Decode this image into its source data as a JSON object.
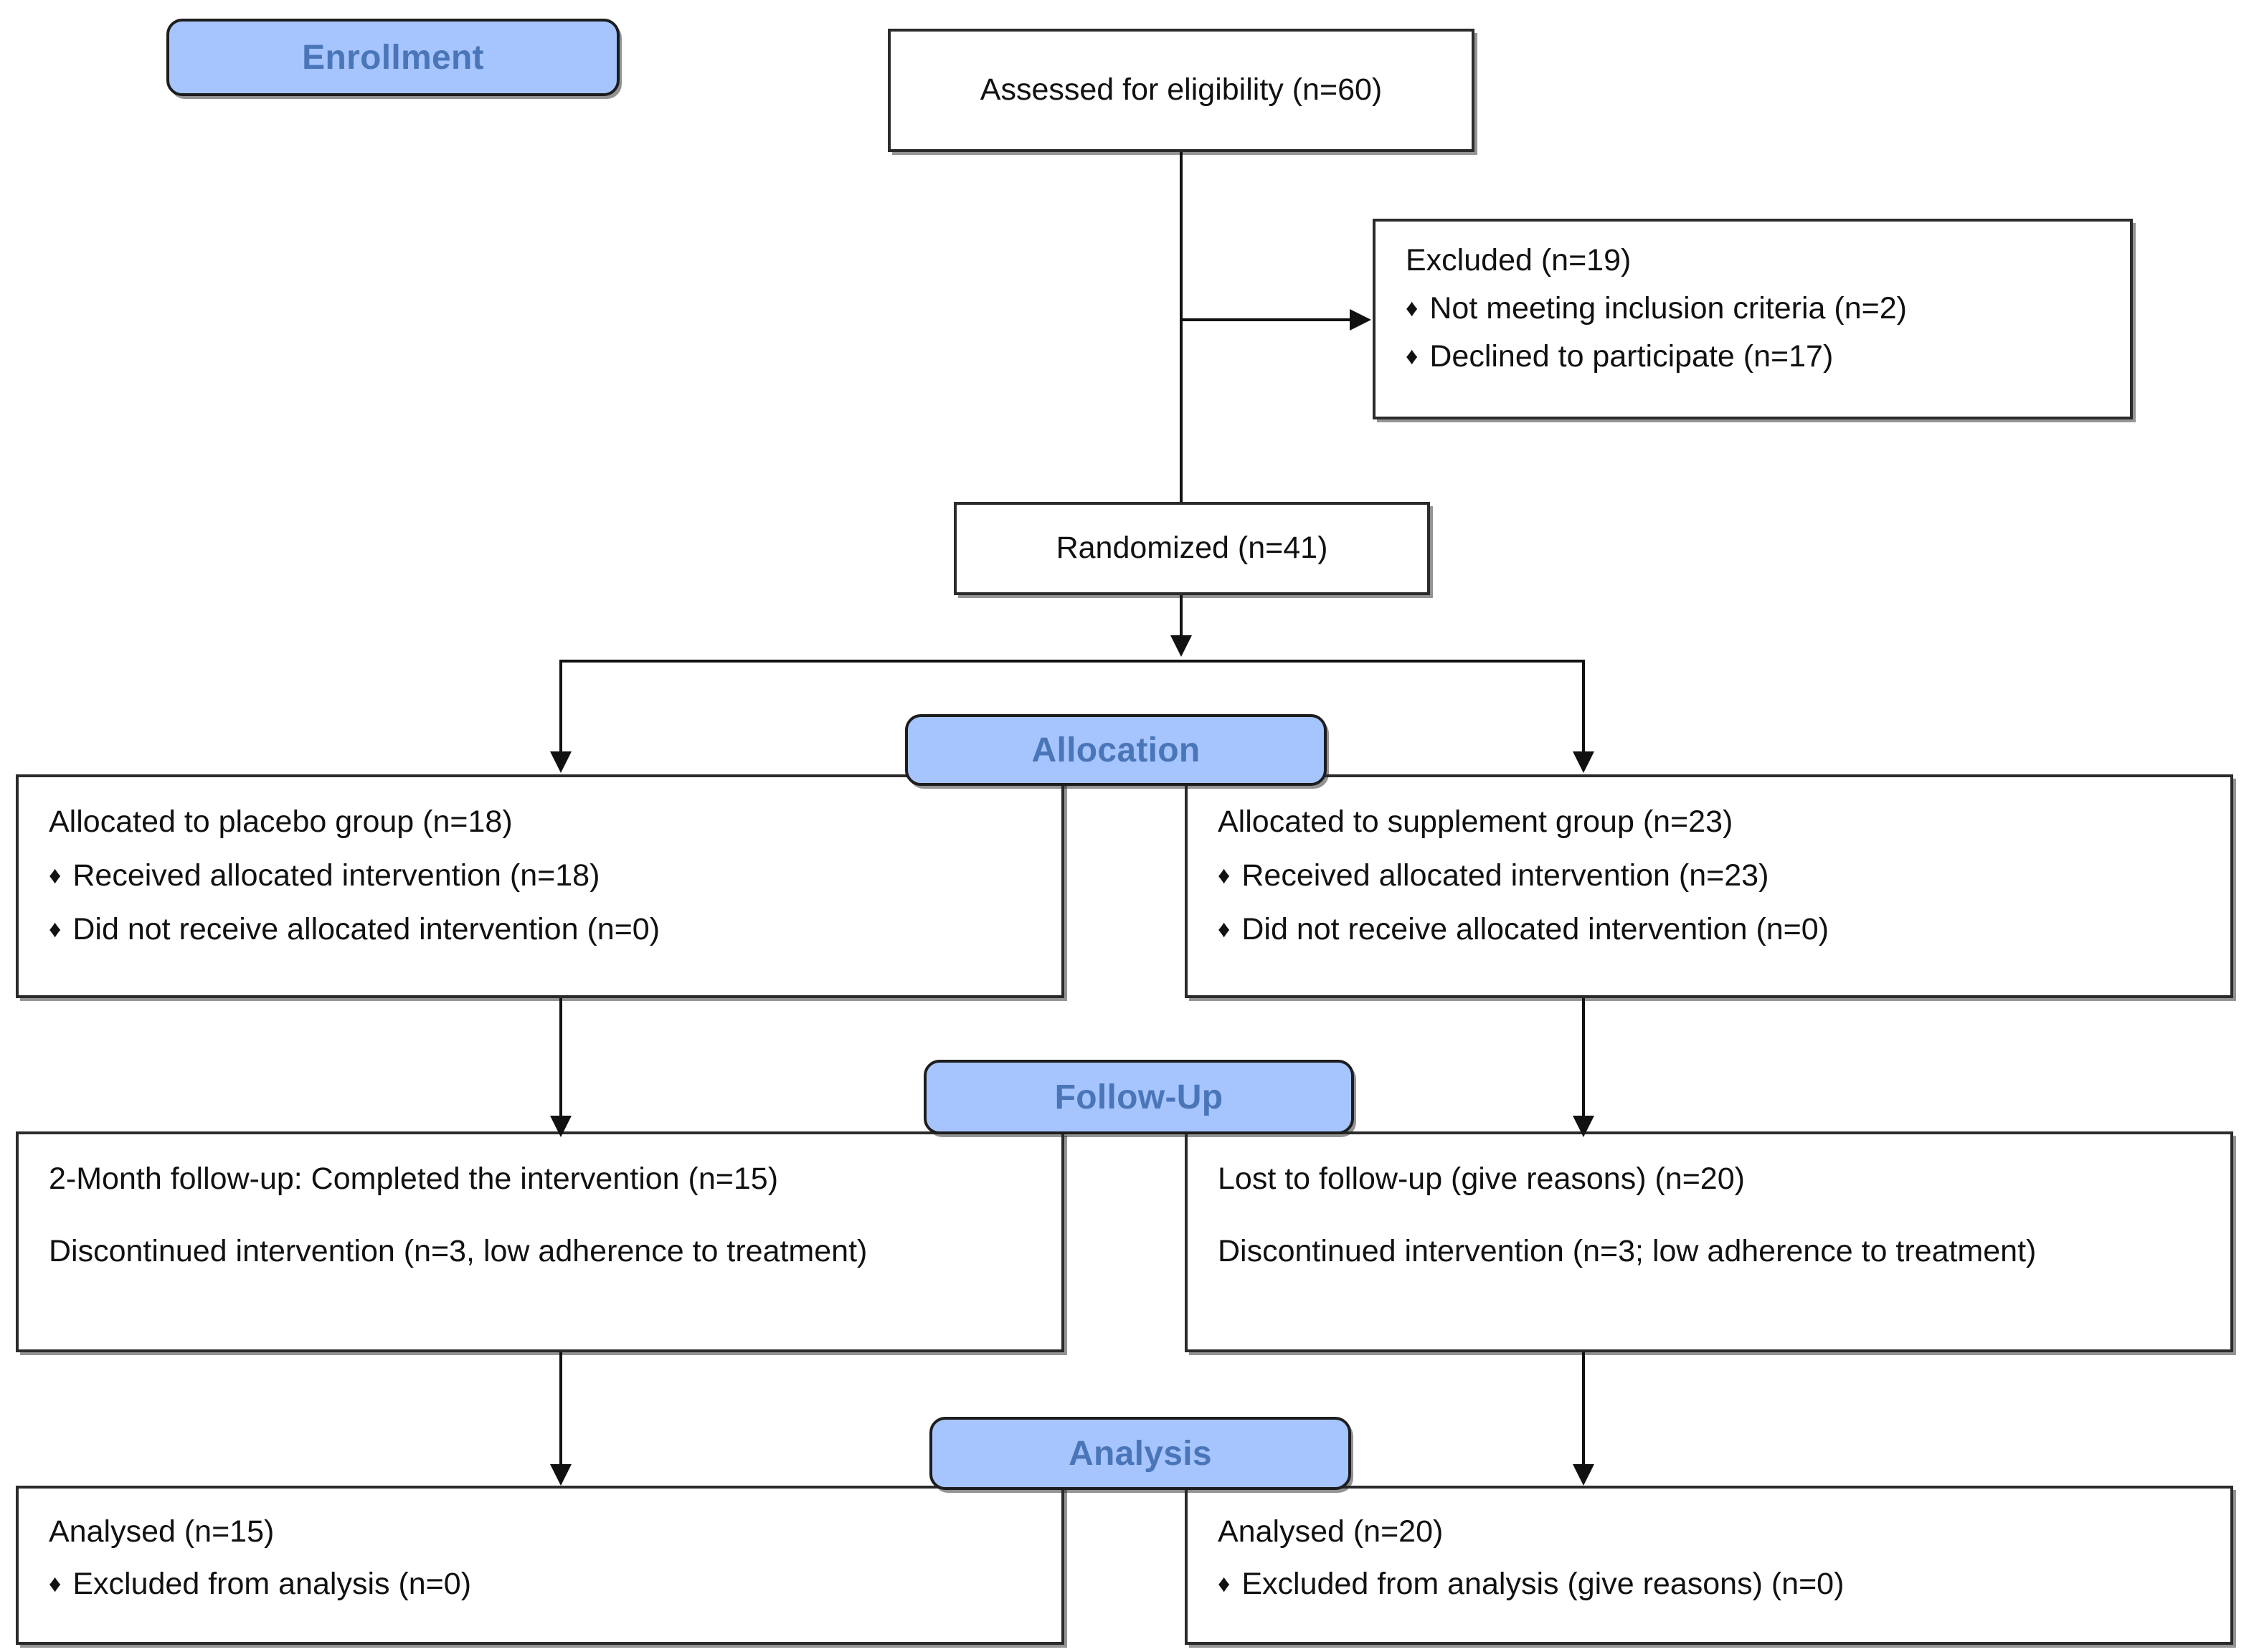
{
  "diagram": {
    "title": "CONSORT participant flow diagram",
    "colors": {
      "badge_fill": "#a6c4fe",
      "badge_text": "#4a76b8",
      "box_border": "#2b2b2b",
      "box_fill": "#ffffff",
      "text": "#111111"
    },
    "bullet_glyph": "♦"
  },
  "stages": {
    "enrollment": "Enrollment",
    "allocation": "Allocation",
    "followup": "Follow-Up",
    "analysis": "Analysis"
  },
  "nodes": {
    "assessed": {
      "text": "Assessed for eligibility (n=60)"
    },
    "excluded": {
      "heading": "Excluded (n=19)",
      "items": [
        "Not meeting inclusion criteria (n=2)",
        "Declined to participate (n=17)"
      ]
    },
    "randomized": {
      "text": "Randomized (n=41)"
    },
    "allocated_left": {
      "heading": "Allocated to placebo group (n=18)",
      "items": [
        "Received allocated intervention (n=18)",
        "Did not receive allocated intervention (n=0)"
      ]
    },
    "allocated_right": {
      "heading": "Allocated to supplement group (n=23)",
      "items": [
        "Received allocated intervention (n=23)",
        "Did not receive allocated intervention (n=0)"
      ]
    },
    "followup_left": {
      "line1": "2-Month follow-up: Completed the intervention (n=15)",
      "line2": "Discontinued intervention (n=3, low adherence to treatment)"
    },
    "followup_right": {
      "line1": "Lost to follow-up (give reasons) (n=20)",
      "line2": "Discontinued intervention (n=3; low adherence to treatment)"
    },
    "analysis_left": {
      "heading": "Analysed (n=15)",
      "items": [
        "Excluded from analysis (n=0)"
      ]
    },
    "analysis_right": {
      "heading": "Analysed (n=20)",
      "items": [
        "Excluded from analysis (give reasons) (n=0)"
      ]
    }
  }
}
